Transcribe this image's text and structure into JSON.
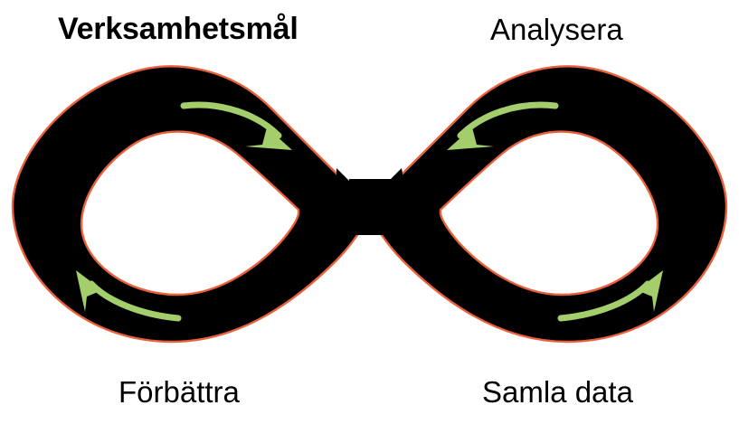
{
  "diagram": {
    "type": "infinity-loop-cycle",
    "title_text": "Verksamhetsmål",
    "background_color": "#ffffff",
    "band_fill_color": "#000000",
    "band_outline_color": "#e8613c",
    "arrow_color": "#a3ce6b",
    "label_color": "#000000",
    "stages": [
      {
        "id": "verksamhetsmal",
        "label": "Verksamhetsmål",
        "position": "top-left",
        "emphasis": "bold",
        "arrow": {
          "name": "arrow-top-left",
          "direction": "clockwise-right",
          "description": "green curved arrow pointing right along the top of the left loop"
        }
      },
      {
        "id": "analysera",
        "label": "Analysera",
        "position": "top-right",
        "emphasis": "regular",
        "arrow": {
          "name": "arrow-top-right",
          "direction": "counterclockwise-left",
          "description": "green curved arrow pointing left along the top of the right loop"
        }
      },
      {
        "id": "samla-data",
        "label": "Samla data",
        "position": "bottom-right",
        "emphasis": "regular",
        "arrow": {
          "name": "arrow-bottom-right",
          "direction": "counterclockwise-up-right",
          "description": "green curved arrow pointing up-right along the bottom of the right loop"
        }
      },
      {
        "id": "forbattra",
        "label": "Förbättra",
        "position": "bottom-left",
        "emphasis": "regular",
        "arrow": {
          "name": "arrow-bottom-left",
          "direction": "clockwise-up-left",
          "description": "green curved arrow pointing up-left along the bottom of the left loop"
        }
      }
    ]
  }
}
